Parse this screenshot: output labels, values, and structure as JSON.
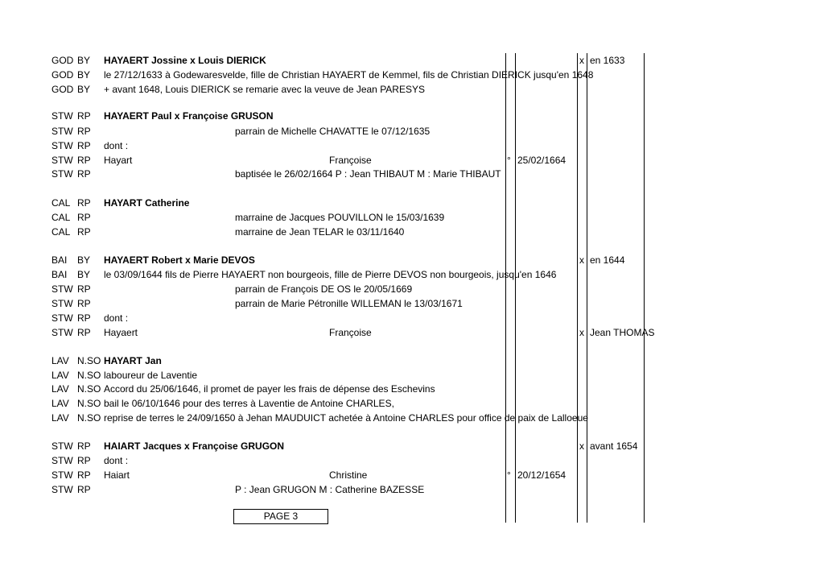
{
  "rows": [
    {
      "parish": "GOD",
      "type": "BY",
      "main": "HAYAERT Jossine x Louis DIERICK",
      "bold": true,
      "mark2": "x",
      "date2": "en 1633"
    },
    {
      "parish": "GOD",
      "type": "BY",
      "main": "le 27/12/1633 à Godewaresvelde, fille de Christian HAYAERT de Kemmel, fils de Christian DIERICK  jusqu'en 1648"
    },
    {
      "parish": "GOD",
      "type": "BY",
      "main": " + avant 1648, Louis DIERICK se remarie avec la veuve de Jean PARESYS"
    },
    {
      "parish": "STW",
      "type": "RP",
      "main": "HAYAERT Paul x Françoise GRUSON",
      "bold": true
    },
    {
      "parish": "STW",
      "type": "RP",
      "indent": "parrain de Michelle CHAVATTE le 07/12/1635"
    },
    {
      "parish": "STW",
      "type": "RP",
      "main": "dont :"
    },
    {
      "parish": "STW",
      "type": "RP",
      "main": "Hayart",
      "first": "Françoise",
      "mark1": "°",
      "date1": "25/02/1664"
    },
    {
      "parish": "STW",
      "type": "RP",
      "indent": "baptisée le 26/02/1664 P : Jean THIBAUT M : Marie THIBAUT"
    },
    {
      "parish": "CAL",
      "type": "RP",
      "main": "HAYART Catherine",
      "bold": true
    },
    {
      "parish": "CAL",
      "type": "RP",
      "indent": "marraine de Jacques POUVILLON le 15/03/1639"
    },
    {
      "parish": "CAL",
      "type": "RP",
      "indent": "marraine de Jean TELAR le 03/11/1640"
    },
    {
      "parish": "BAI",
      "type": "BY",
      "main": "HAYAERT Robert x Marie DEVOS",
      "bold": true,
      "mark2": "x",
      "date2": "en 1644"
    },
    {
      "parish": "BAI",
      "type": "BY",
      "main": "le  03/09/1644 fils de Pierre HAYAERT non bourgeois, fille de Pierre DEVOS non bourgeois, jusqu'en 1646"
    },
    {
      "parish": "STW",
      "type": "RP",
      "indent": "parrain de François DE OS le 20/05/1669"
    },
    {
      "parish": "STW",
      "type": "RP",
      "indent": "parrain de Marie Pétronille WILLEMAN le 13/03/1671"
    },
    {
      "parish": "STW",
      "type": "RP",
      "main": "dont :"
    },
    {
      "parish": "STW",
      "type": "RP",
      "main": "Hayaert",
      "first": "Françoise",
      "mark2": "x",
      "date2": "Jean THOMAS"
    },
    {
      "parish": "LAV",
      "type": "N.SO",
      "main": "HAYART Jan",
      "bold": true
    },
    {
      "parish": "LAV",
      "type": "N.SO",
      "main": "laboureur de Laventie"
    },
    {
      "parish": "LAV",
      "type": "N.SO",
      "main": "Accord du 25/06/1646, il promet de payer les frais de dépense des Eschevins"
    },
    {
      "parish": "LAV",
      "type": "N.SO",
      "main": "bail le 06/10/1646 pour des terres à Laventie de Antoine CHARLES,"
    },
    {
      "parish": "LAV",
      "type": "N.SO",
      "main": "reprise de terres le 24/09/1650 à Jehan MAUDUICT achetée à Antoine CHARLES pour office de paix de Lalloeue"
    },
    {
      "parish": "STW",
      "type": "RP",
      "main": "HAIART Jacques x Françoise GRUGON",
      "bold": true,
      "mark2": "x",
      "date2": "avant 1654"
    },
    {
      "parish": "STW",
      "type": "RP",
      "main": "dont :"
    },
    {
      "parish": "STW",
      "type": "RP",
      "main": "Haiart",
      "first": "Christine",
      "mark1": "°",
      "date1": "20/12/1654"
    },
    {
      "parish": "STW",
      "type": "RP",
      "indent": "P : Jean GRUGON M : Catherine BAZESSE"
    }
  ],
  "footer": {
    "page_label": "PAGE 3"
  }
}
